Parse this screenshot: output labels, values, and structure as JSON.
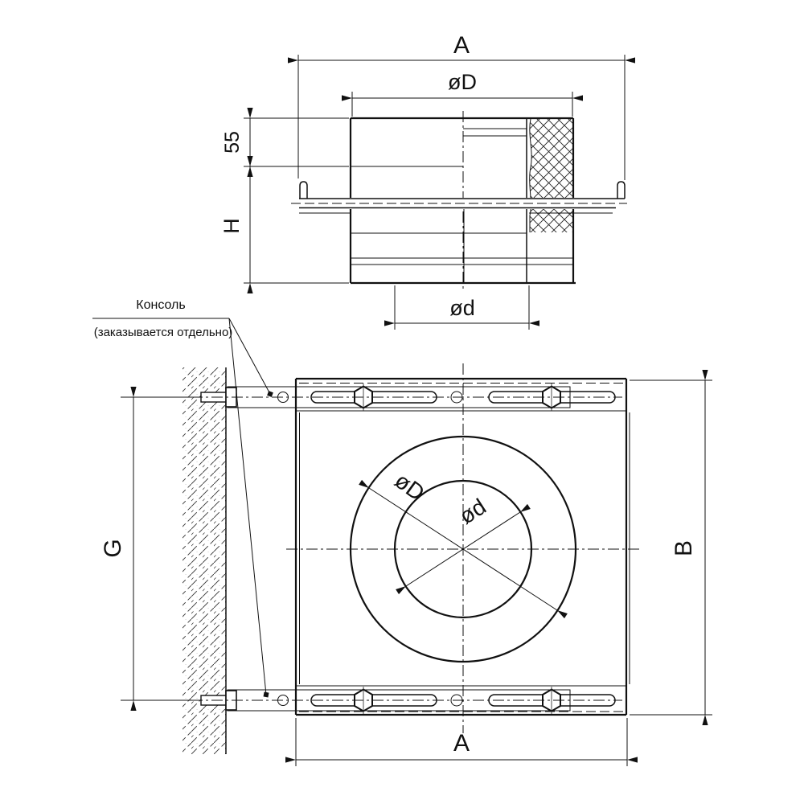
{
  "colors": {
    "line": "#111111",
    "background": "#ffffff"
  },
  "note": {
    "line1": "Консоль",
    "line2": "(заказывается отдельно)"
  },
  "side": {
    "dim_a": "A",
    "dim_d_outer": "øD",
    "dim_socket": "55",
    "dim_h": "H",
    "dim_d_inner": "ød"
  },
  "front": {
    "dim_d_outer": "øD",
    "dim_d_inner": "ød",
    "dim_a": "A",
    "dim_b": "B",
    "dim_g": "G"
  }
}
